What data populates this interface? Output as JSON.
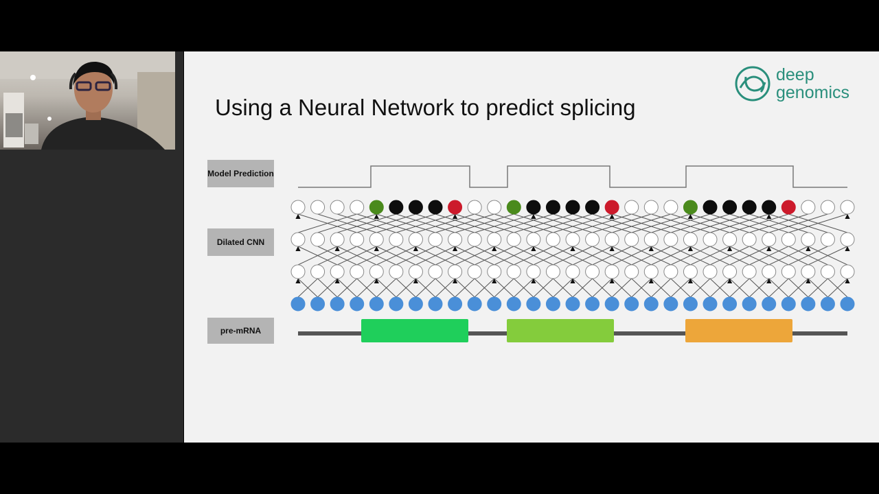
{
  "slide": {
    "title": "Using a Neural Network to predict splicing",
    "logo": {
      "line1": "deep",
      "line2": "genomics",
      "color": "#2a8f7c"
    }
  },
  "row_labels": {
    "model_prediction": "Model Prediction",
    "dilated_cnn": "Dilated CNN",
    "pre_mrna": "pre-mRNA"
  },
  "diagram": {
    "node_count": 29,
    "output_states": [
      "empty",
      "empty",
      "empty",
      "empty",
      "green",
      "black",
      "black",
      "black",
      "red",
      "empty",
      "empty",
      "green",
      "black",
      "black",
      "black",
      "black",
      "red",
      "empty",
      "empty",
      "empty",
      "green",
      "black",
      "black",
      "black",
      "black",
      "red",
      "empty",
      "empty",
      "empty"
    ],
    "exon_colors": [
      "#1fcf5b",
      "#84cc3c",
      "#eda63a"
    ],
    "colors": {
      "input": "#4a8fd8",
      "green": "#4a8a1c",
      "black": "#0d0d0d",
      "red": "#cc1a2b",
      "line": "#555555",
      "intron": "#555555"
    }
  }
}
